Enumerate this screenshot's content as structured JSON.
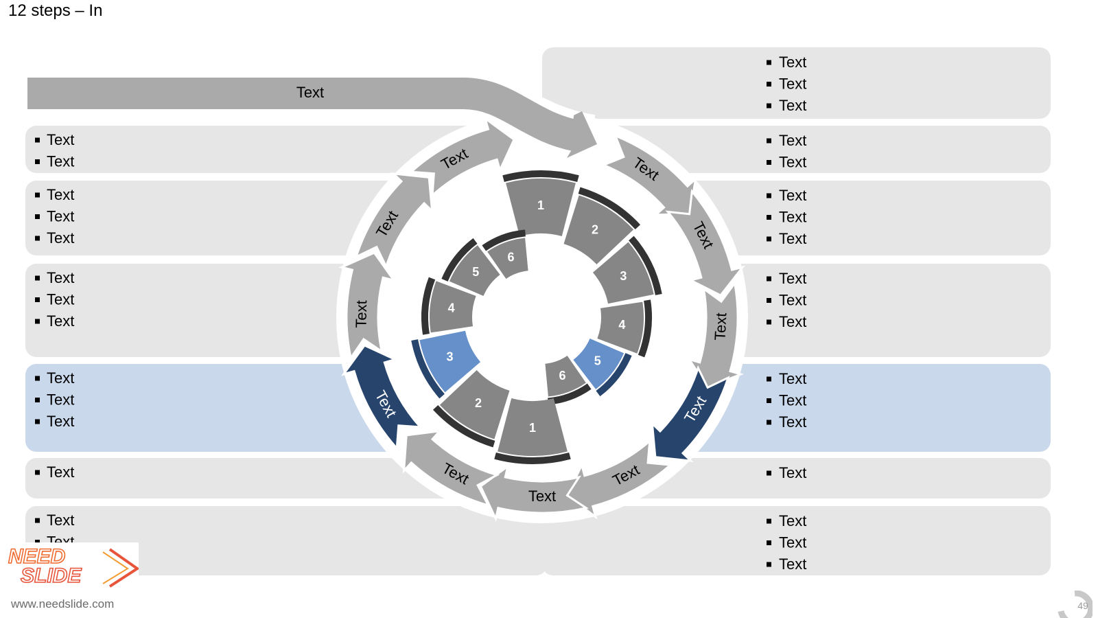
{
  "title": "12 steps – In",
  "colors": {
    "panel": "#e6e6e6",
    "panel_highlight": "#c9d8eb",
    "arrow": "#aaaaaa",
    "arrow_highlight": "#27446d",
    "segment": "#868686",
    "segment_highlight": "#6690c9",
    "band": "#333333",
    "band_highlight": "#27446d",
    "segment_divider": "#ffffff"
  },
  "top_bar": {
    "label": "Text"
  },
  "left_panels": [
    {
      "bullets": [
        "Text",
        "Text"
      ],
      "highlight": false
    },
    {
      "bullets": [
        "Text",
        "Text",
        "Text"
      ],
      "highlight": false
    },
    {
      "bullets": [
        "Text",
        "Text",
        "Text"
      ],
      "highlight": false
    },
    {
      "bullets": [
        "Text",
        "Text",
        "Text"
      ],
      "highlight": true
    },
    {
      "bullets": [
        "Text"
      ],
      "highlight": false
    },
    {
      "bullets": [
        "Text",
        "Text"
      ],
      "highlight": false
    }
  ],
  "right_panels": [
    {
      "bullets": [
        "Text",
        "Text",
        "Text"
      ],
      "highlight": false
    },
    {
      "bullets": [
        "Text",
        "Text"
      ],
      "highlight": false
    },
    {
      "bullets": [
        "Text",
        "Text",
        "Text"
      ],
      "highlight": false
    },
    {
      "bullets": [
        "Text",
        "Text",
        "Text"
      ],
      "highlight": false
    },
    {
      "bullets": [
        "Text",
        "Text",
        "Text"
      ],
      "highlight": true
    },
    {
      "bullets": [
        "Text"
      ],
      "highlight": false
    },
    {
      "bullets": [
        "Text",
        "Text",
        "Text"
      ],
      "highlight": false
    }
  ],
  "ring_arrows": [
    {
      "label": "Text",
      "highlight": false
    },
    {
      "label": "Text",
      "highlight": false
    },
    {
      "label": "Text",
      "highlight": false
    },
    {
      "label": "Text",
      "highlight": true
    },
    {
      "label": "Text",
      "highlight": false
    },
    {
      "label": "Text",
      "highlight": false
    },
    {
      "label": "Text",
      "highlight": false
    },
    {
      "label": "Text",
      "highlight": true
    },
    {
      "label": "Text",
      "highlight": false
    },
    {
      "label": "Text",
      "highlight": false
    },
    {
      "label": "Text",
      "highlight": false
    }
  ],
  "right_wheel": {
    "segments": [
      {
        "label": "1",
        "highlight": false
      },
      {
        "label": "2",
        "highlight": false
      },
      {
        "label": "3",
        "highlight": false
      },
      {
        "label": "4",
        "highlight": false
      },
      {
        "label": "5",
        "highlight": true
      },
      {
        "label": "6",
        "highlight": false
      }
    ]
  },
  "left_wheel": {
    "segments": [
      {
        "label": "1",
        "highlight": false
      },
      {
        "label": "2",
        "highlight": false
      },
      {
        "label": "3",
        "highlight": true
      },
      {
        "label": "4",
        "highlight": false
      },
      {
        "label": "5",
        "highlight": false
      },
      {
        "label": "6",
        "highlight": false
      }
    ]
  },
  "footer": {
    "logo_text": [
      "NEED",
      "SLIDE"
    ],
    "url": "www.needslide.com",
    "page_number": "49"
  }
}
